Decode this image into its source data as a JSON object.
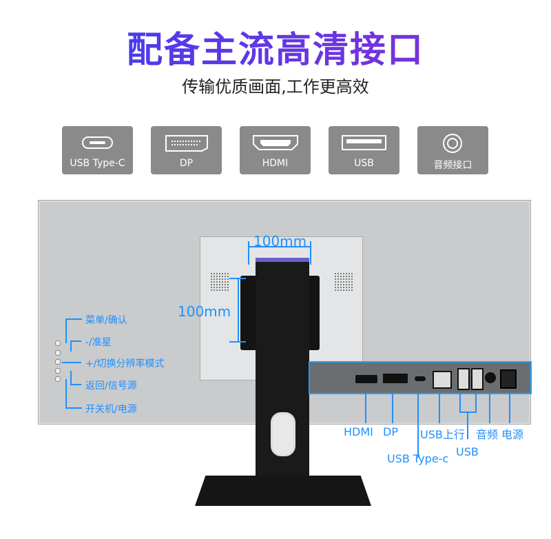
{
  "header": {
    "title": "配备主流高清接口",
    "subtitle": "传输优质画面,工作更高效"
  },
  "port_icons": [
    {
      "label": "USB Type-C",
      "icon": "usb-c-icon"
    },
    {
      "label": "DP",
      "icon": "displayport-icon"
    },
    {
      "label": "HDMI",
      "icon": "hdmi-icon"
    },
    {
      "label": "USB",
      "icon": "usb-icon"
    },
    {
      "label": "音频接口",
      "icon": "audio-jack-icon"
    }
  ],
  "vesa": {
    "width_label": "100mm",
    "height_label": "100mm"
  },
  "buttons": {
    "menu": "菜单/确认",
    "crosshair": "-/准星",
    "resolution": "+/切换分辨率模式",
    "back": "返回/信号源",
    "power": "开关机/电源"
  },
  "ports": {
    "hdmi": "HDMI",
    "dp": "DP",
    "usb_up": "USB上行",
    "audio": "音频",
    "power": "电源",
    "usb": "USB",
    "usb_c": "USB Type-c"
  },
  "colors": {
    "accent": "#1e90ff",
    "title_gradient_start": "#3b3ff0",
    "title_gradient_end": "#8a2fd6",
    "card_gray": "#8a8a8a"
  }
}
